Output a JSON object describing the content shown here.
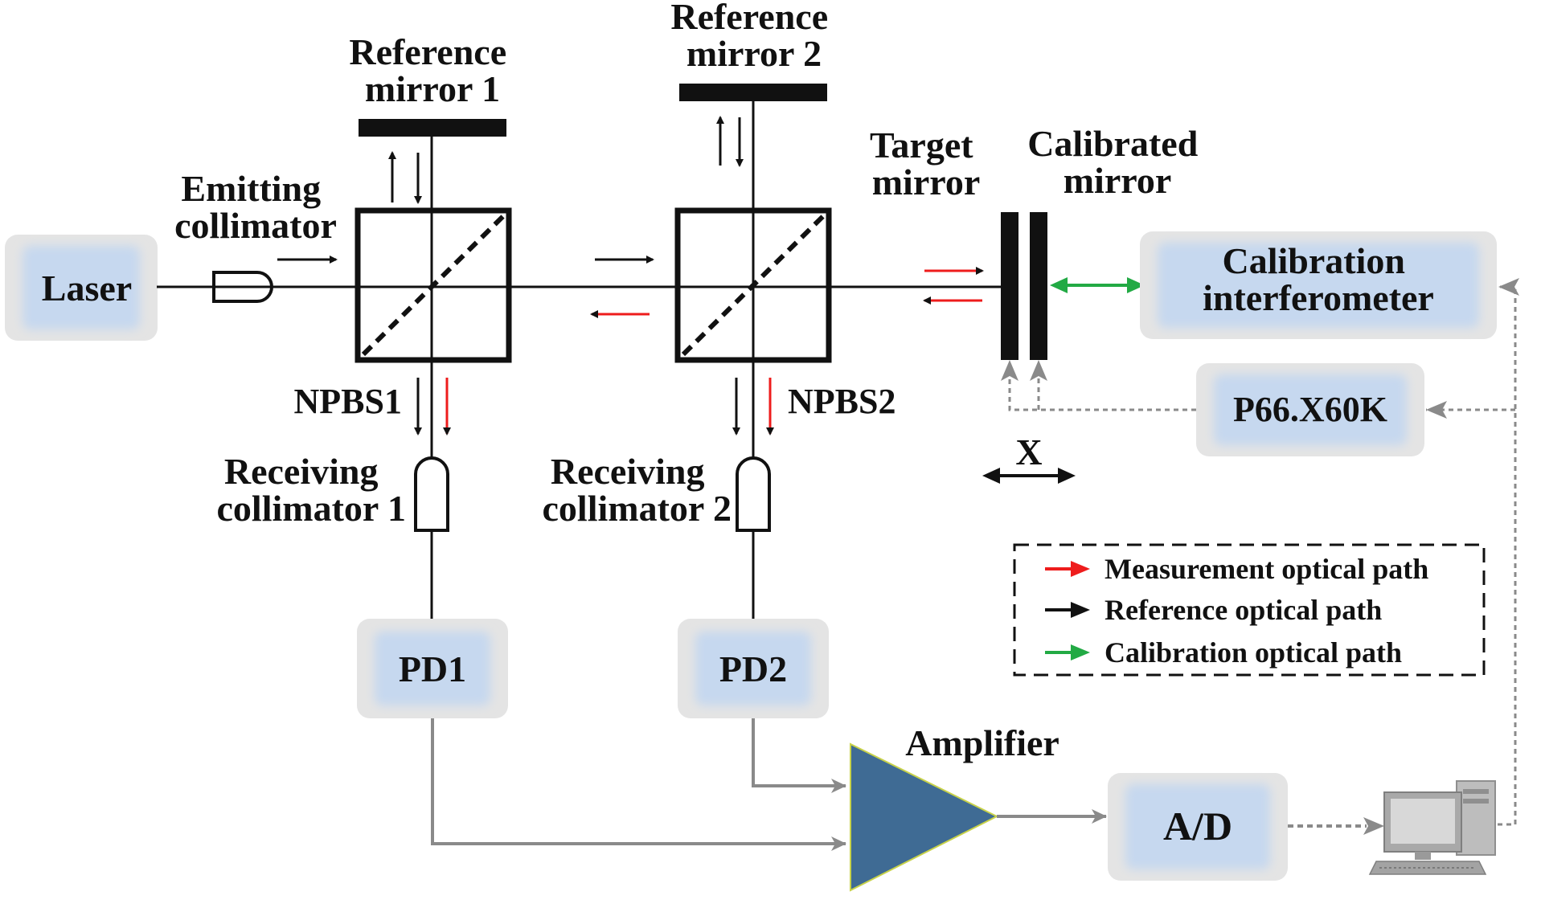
{
  "labels": {
    "ref_mirror_1": [
      "Reference",
      "mirror 1"
    ],
    "ref_mirror_2": [
      "Reference",
      "mirror 2"
    ],
    "emitting_collimator": [
      "Emitting",
      "collimator"
    ],
    "target_mirror": [
      "Target",
      "mirror"
    ],
    "calibrated_mirror": [
      "Calibrated",
      "mirror"
    ],
    "npbs1": "NPBS1",
    "npbs2": "NPBS2",
    "receiving_collimator_1": [
      "Receiving",
      "collimator 1"
    ],
    "receiving_collimator_2": [
      "Receiving",
      "collimator 2"
    ],
    "amplifier": "Amplifier",
    "x_axis": "X"
  },
  "boxes": {
    "laser": "Laser",
    "calibration_interferometer": [
      "Calibration",
      "interferometer"
    ],
    "controller": "P66.X60K",
    "pd1": "PD1",
    "pd2": "PD2",
    "ad": "A/D"
  },
  "legend": {
    "items": [
      {
        "label": "Measurement optical path",
        "color": "#ee1c1c"
      },
      {
        "label": "Reference optical path",
        "color": "#111111"
      },
      {
        "label": "Calibration optical path",
        "color": "#22aa44"
      }
    ]
  },
  "colors": {
    "measurement": "#ee1c1c",
    "reference": "#111111",
    "calibration": "#22aa44",
    "signal_wire": "#888888",
    "amplifier_fill": "#3f6b94",
    "box_fill": "#c6d8ef",
    "box_glow": "#e6e6e6"
  },
  "icons": {
    "computer": "computer-icon"
  }
}
